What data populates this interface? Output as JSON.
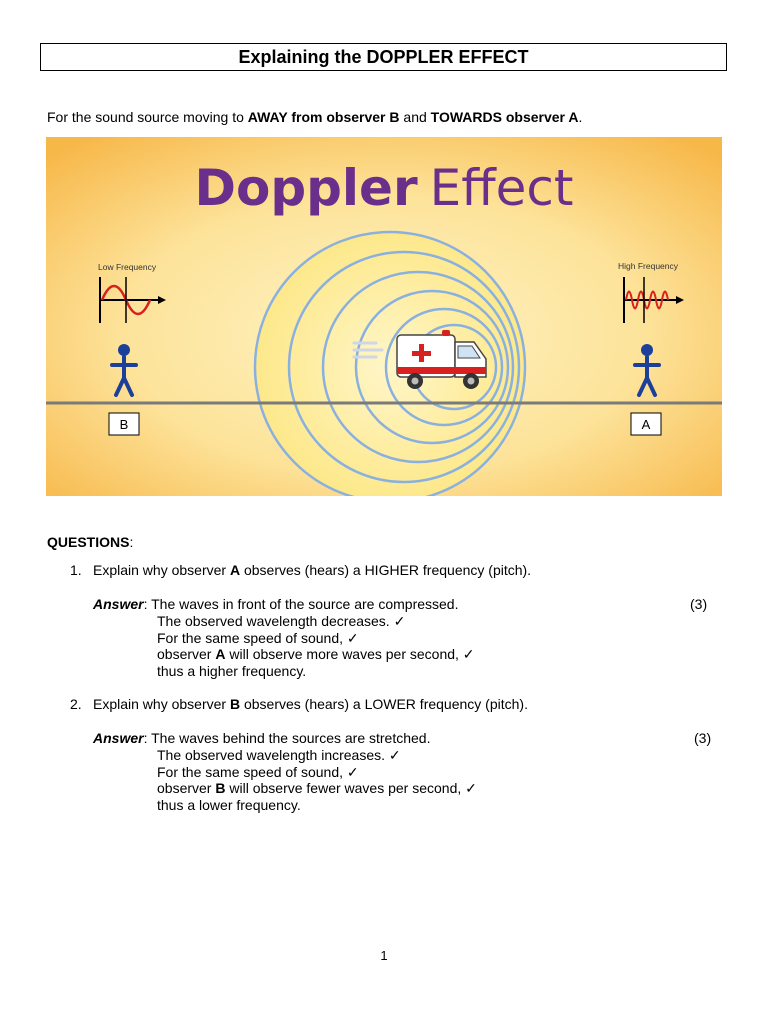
{
  "title": "Explaining the DOPPLER EFFECT",
  "intro": {
    "prefix": "For the sound source moving to ",
    "bold1": "AWAY from observer B",
    "mid": " and ",
    "bold2": "TOWARDS observer A",
    "suffix": "."
  },
  "figure": {
    "heading_word1": "Doppler",
    "heading_word2": "Effect",
    "low_freq_label": "Low Frequency",
    "high_freq_label": "High Frequency",
    "observer_left_label": "B",
    "observer_right_label": "A",
    "colors": {
      "background_outer": "#f7b84a",
      "background_inner": "#fdeeb0",
      "title_purple": "#6a2f8a",
      "wave_blue": "#8ab0e0",
      "person_blue": "#1c3f9a",
      "ambulance_red": "#d8201f"
    }
  },
  "questions_heading": "QUESTIONS",
  "questions_colon": ":",
  "q1": {
    "num": "1.",
    "prefix": "Explain why observer ",
    "bold": "A",
    "suffix": " observes (hears) a HIGHER frequency (pitch).",
    "answer_label": "Answer",
    "answer_line1": ": The waves in front of the source are compressed.",
    "answer_line2": "The observed wavelength decreases. ✓",
    "answer_line3": "For the same speed of sound, ✓",
    "answer_line4_prefix": "observer ",
    "answer_line4_bold": "A",
    "answer_line4_suffix": " will observe more waves per second, ✓",
    "answer_line5": "thus a higher frequency.",
    "marks": "(3)"
  },
  "q2": {
    "num": "2.",
    "prefix": "Explain why observer ",
    "bold": "B",
    "suffix": " observes (hears) a LOWER frequency (pitch).",
    "answer_label": "Answer",
    "answer_line1": ": The waves behind the sources are stretched.",
    "answer_line2": "The observed wavelength increases. ✓",
    "answer_line3": "For the same speed of sound, ✓",
    "answer_line4_prefix": "observer ",
    "answer_line4_bold": "B",
    "answer_line4_suffix": " will observe fewer waves per second, ✓",
    "answer_line5": "thus a lower frequency.",
    "marks": "(3)"
  },
  "page_number": "1"
}
